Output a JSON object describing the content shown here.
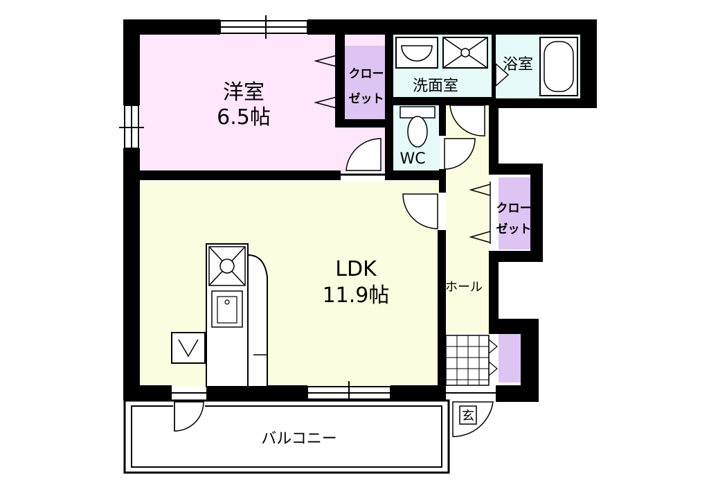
{
  "rooms": {
    "western_room": {
      "name": "洋室",
      "size": "6.5帖",
      "color": "#ffe6fb"
    },
    "closet_western": {
      "line1": "クロー",
      "line2": "ゼット",
      "color": "#dec4f2"
    },
    "washroom": {
      "name": "洗面室",
      "color": "#e6fafa"
    },
    "bathroom": {
      "name": "浴室",
      "color": "#e6fafa"
    },
    "wc": {
      "name": "WC",
      "color": "#e6fafa"
    },
    "ldk": {
      "name": "LDK",
      "size": "11.9帖",
      "color": "#fcfce0"
    },
    "hall": {
      "name": "ホール",
      "color": "#fcfce0"
    },
    "closet_hall": {
      "line1": "クロー",
      "line2": "ゼット",
      "color": "#dec4f2"
    },
    "entrance": {
      "name": "玄"
    },
    "balcony": {
      "name": "バルコニー"
    },
    "shoe_closet": {
      "color": "#dec4f2"
    }
  }
}
